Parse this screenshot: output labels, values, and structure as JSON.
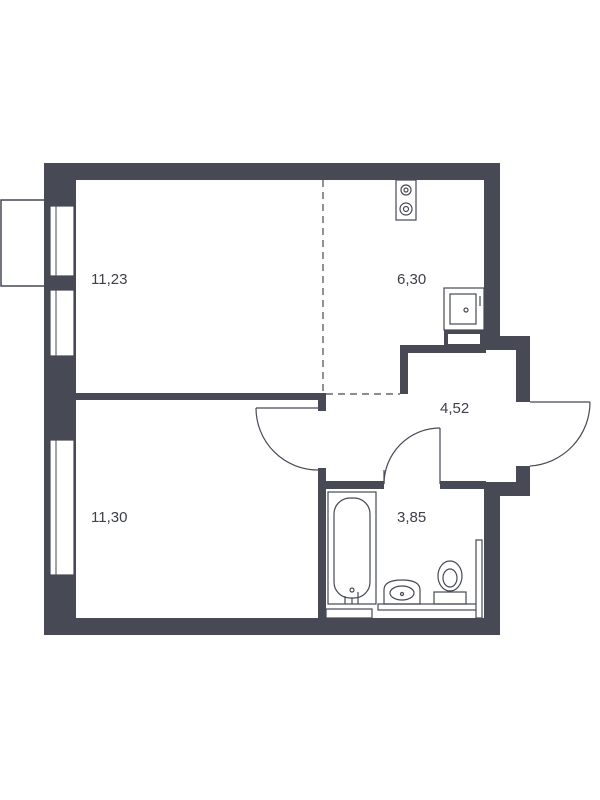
{
  "rooms": [
    {
      "id": "room-bedroom",
      "area": "11,23"
    },
    {
      "id": "room-kitchen",
      "area": "6,30"
    },
    {
      "id": "room-hall",
      "area": "4,52"
    },
    {
      "id": "room-living",
      "area": "11,30"
    },
    {
      "id": "room-bathroom",
      "area": "3,85"
    }
  ],
  "colors": {
    "wall": "#474955",
    "line": "#474955",
    "background": "#ffffff"
  }
}
